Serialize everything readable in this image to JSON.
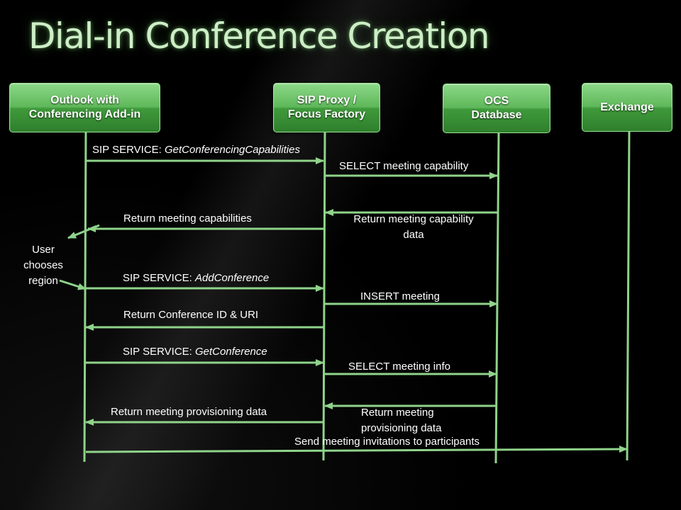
{
  "title": "Dial-in Conference Creation",
  "colors": {
    "lifeline": "#8fd38a",
    "arrow": "#8fd38a",
    "title": "#cdeec6",
    "label": "#ffffff"
  },
  "actors": [
    {
      "id": "outlook",
      "label": "Outlook with\nConferencing  Add-in"
    },
    {
      "id": "sip",
      "label": "SIP Proxy /\nFocus Factory"
    },
    {
      "id": "ocs",
      "label": "OCS\nDatabase"
    },
    {
      "id": "exchange",
      "label": "Exchange"
    }
  ],
  "note": {
    "label": "User\nchooses\nregion"
  },
  "messages": [
    {
      "from": "outlook",
      "to": "sip",
      "prefix": "SIP SERVICE: ",
      "italic": "GetConferencingCapabilities"
    },
    {
      "from": "sip",
      "to": "ocs",
      "text": "SELECT meeting capability"
    },
    {
      "from": "ocs",
      "to": "sip",
      "text": "Return meeting capability\ndata"
    },
    {
      "from": "sip",
      "to": "outlook",
      "text": "Return meeting capabilities"
    },
    {
      "from": "outlook",
      "to": "sip",
      "prefix": "SIP SERVICE: ",
      "italic": "AddConference"
    },
    {
      "from": "sip",
      "to": "ocs",
      "text": "INSERT meeting"
    },
    {
      "from": "sip",
      "to": "outlook",
      "text": "Return Conference ID & URI"
    },
    {
      "from": "outlook",
      "to": "sip",
      "prefix": "SIP SERVICE: ",
      "italic": "GetConference"
    },
    {
      "from": "sip",
      "to": "ocs",
      "text": "SELECT meeting info"
    },
    {
      "from": "ocs",
      "to": "sip",
      "text": "Return meeting\nprovisioning data"
    },
    {
      "from": "sip",
      "to": "outlook",
      "text": "Return meeting provisioning data"
    },
    {
      "from": "outlook",
      "to": "exchange",
      "text": "Send meeting invitations to participants"
    }
  ]
}
